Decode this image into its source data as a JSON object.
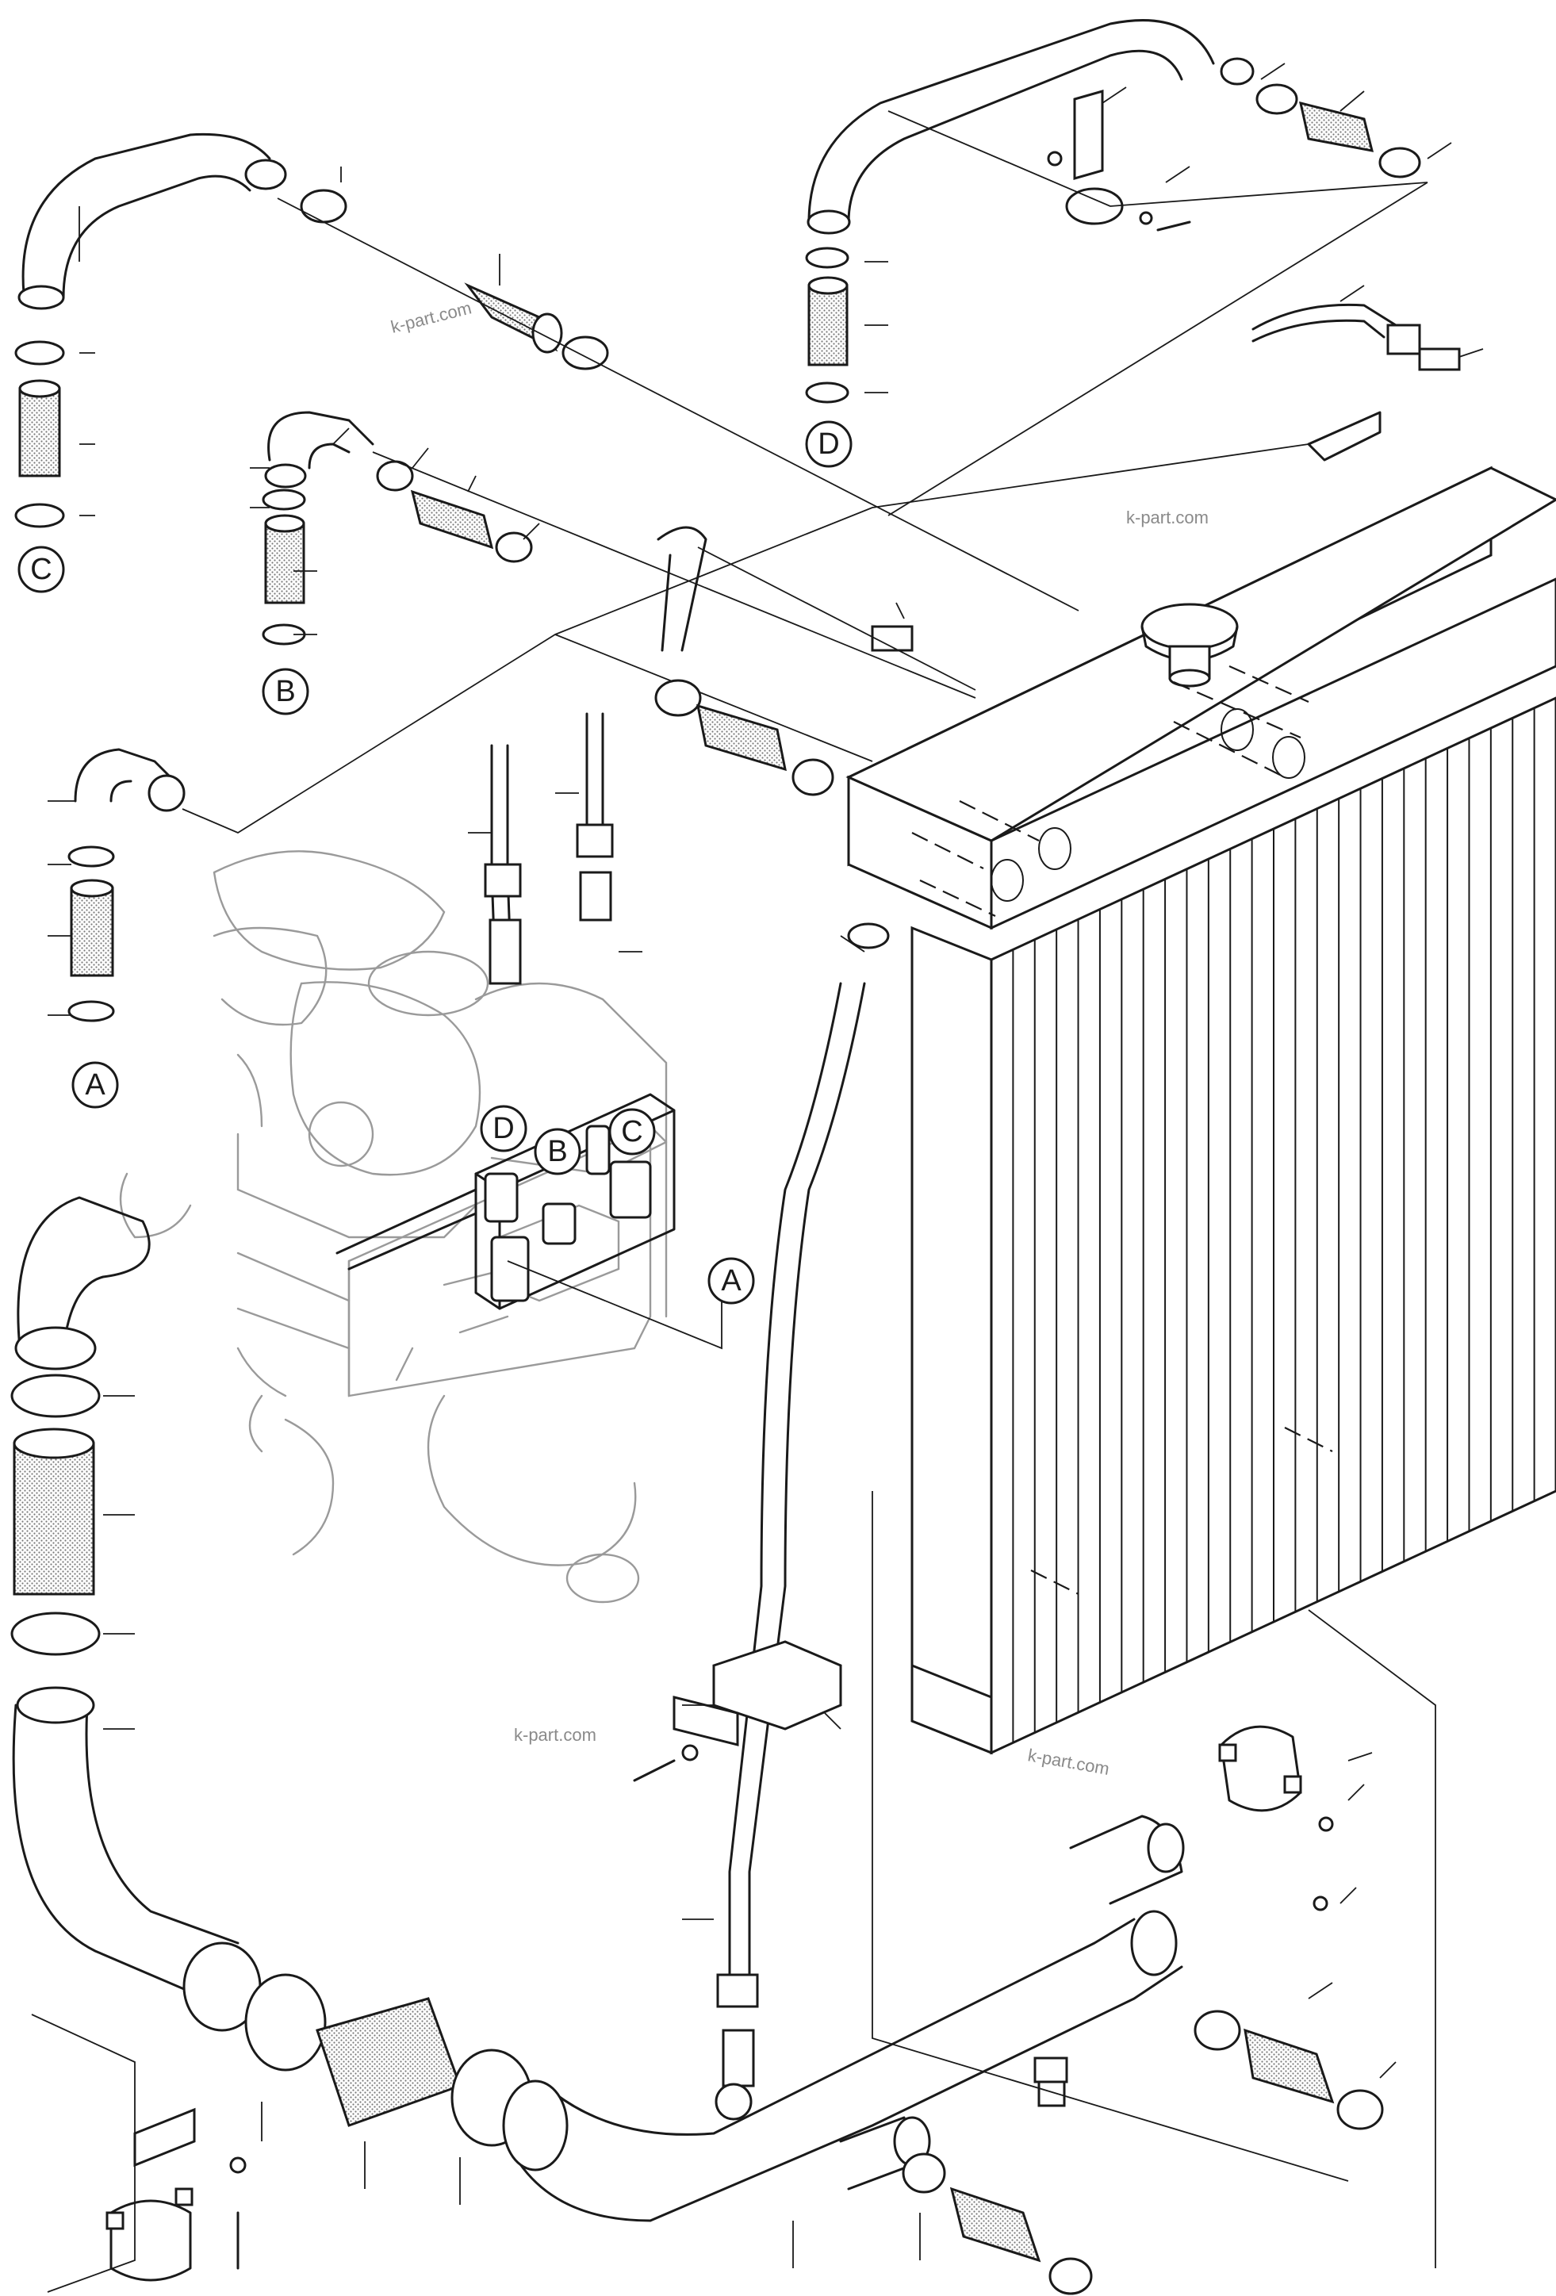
{
  "callouts": {
    "a_top": "A",
    "a_mid": "A",
    "b_top": "B",
    "b_mid": "B",
    "c_top": "C",
    "c_mid": "C",
    "d_top": "D",
    "d_mid": "D"
  },
  "watermarks": {
    "wm_1": "k-part.com",
    "wm_2": "k-part.com",
    "wm_3": "k-part.com",
    "wm_4": "k-part.com"
  },
  "colors": {
    "line": "#1a1a1a",
    "ghost_engine": "#9a9a9a",
    "watermark": "#8a8a8a",
    "background": "#ffffff"
  }
}
